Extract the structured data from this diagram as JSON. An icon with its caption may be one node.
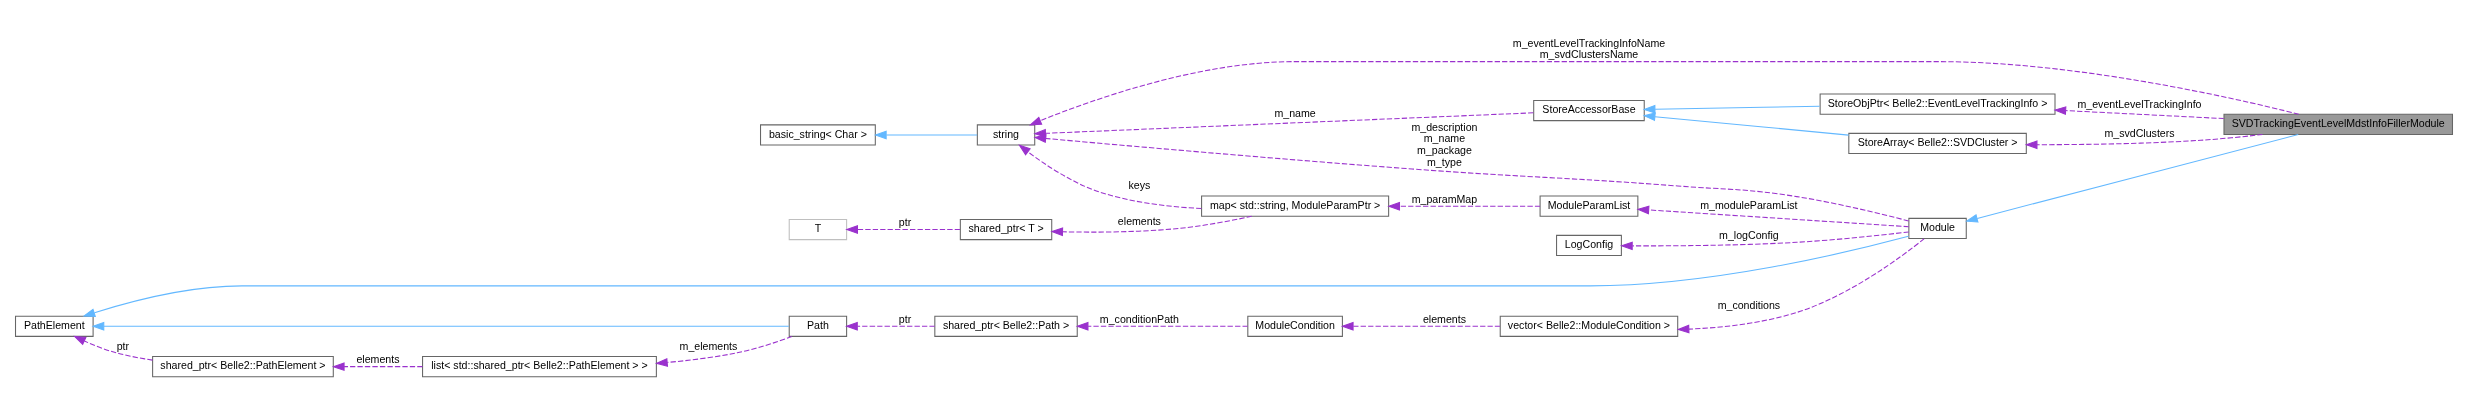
{
  "diagram": {
    "nodes": [
      {
        "text": [
          "SVDTrackingEventLevelMdstInfoFillerModule"
        ]
      },
      {
        "text": [
          "string"
        ]
      },
      {
        "text": [
          "basic_string< Char >"
        ]
      },
      {
        "text": [
          "StoreAccessorBase"
        ]
      },
      {
        "text": [
          "StoreObjPtr< Belle2::EventLevelTrackingInfo >"
        ]
      },
      {
        "text": [
          "StoreArray< Belle2::SVDCluster >"
        ]
      },
      {
        "text": [
          "Module"
        ]
      },
      {
        "text": [
          "map< std::string, ModuleParamPtr >"
        ]
      },
      {
        "text": [
          "shared_ptr< T >"
        ]
      },
      {
        "text": [
          "T"
        ]
      },
      {
        "text": [
          "ModuleParamList"
        ]
      },
      {
        "text": [
          "LogConfig"
        ]
      },
      {
        "text": [
          "PathElement"
        ]
      },
      {
        "text": [
          "shared_ptr< Belle2::PathElement >"
        ]
      },
      {
        "text": [
          "list< std::shared_ptr< Belle2::PathElement > >"
        ]
      },
      {
        "text": [
          "Path"
        ]
      },
      {
        "text": [
          "shared_ptr< Belle2::Path >"
        ]
      },
      {
        "text": [
          "ModuleCondition"
        ]
      },
      {
        "text": [
          "vector< Belle2::ModuleCondition >"
        ]
      }
    ],
    "edges": [
      {
        "from": 0,
        "to": 1,
        "arrow": "to",
        "label": "m_eventLevelTrackingInfoName m_svdClustersName",
        "style": "dashed"
      },
      {
        "from": 3,
        "to": 1,
        "arrow": "to",
        "label": "m_name",
        "style": "dashed"
      },
      {
        "from": 6,
        "to": 1,
        "arrow": "to",
        "label": "m_description m_name m_package m_type",
        "style": "dashed"
      },
      {
        "from": 7,
        "to": 1,
        "arrow": "to",
        "label": "keys",
        "style": "dashed"
      },
      {
        "from": 1,
        "to": 2,
        "arrow": "to",
        "color": "#63b8ff"
      },
      {
        "from": 4,
        "to": 3,
        "arrow": "to",
        "color": "#63b8ff"
      },
      {
        "from": 5,
        "to": 3,
        "arrow": "to",
        "color": "#63b8ff"
      },
      {
        "from": 0,
        "to": 4,
        "arrow": "to",
        "label": "m_eventLevelTrackingInfo",
        "style": "dashed"
      },
      {
        "from": 0,
        "to": 5,
        "arrow": "to",
        "label": "m_svdClusters",
        "style": "dashed"
      },
      {
        "from": 0,
        "to": 6,
        "arrow": "to",
        "color": "#63b8ff"
      },
      {
        "from": 10,
        "to": 7,
        "arrow": "to",
        "label": "m_paramMap",
        "style": "dashed"
      },
      {
        "from": 7,
        "to": 8,
        "arrow": "to",
        "label": "elements",
        "style": "dashed"
      },
      {
        "from": 8,
        "to": 9,
        "arrow": "to",
        "label": "ptr",
        "style": "dashed"
      },
      {
        "from": 6,
        "to": 10,
        "arrow": "to",
        "label": "m_moduleParamList",
        "style": "dashed"
      },
      {
        "from": 6,
        "to": 11,
        "arrow": "to",
        "label": "m_logConfig",
        "style": "dashed"
      },
      {
        "from": 6,
        "to": 18,
        "arrow": "to",
        "label": "m_conditions",
        "style": "dashed"
      },
      {
        "from": 6,
        "to": 12,
        "arrow": "to",
        "color": "#63b8ff"
      },
      {
        "from": 15,
        "to": 12,
        "arrow": "to",
        "color": "#63b8ff"
      },
      {
        "from": 13,
        "to": 12,
        "arrow": "to",
        "label": "ptr",
        "style": "dashed"
      },
      {
        "from": 14,
        "to": 13,
        "arrow": "to",
        "label": "elements",
        "style": "dashed"
      },
      {
        "from": 15,
        "to": 14,
        "arrow": "to",
        "label": "m_elements",
        "style": "dashed"
      },
      {
        "from": 16,
        "to": 15,
        "arrow": "to",
        "label": "ptr",
        "style": "dashed"
      },
      {
        "from": 17,
        "to": 16,
        "arrow": "to",
        "label": "m_conditionPath",
        "style": "dashed"
      },
      {
        "from": 18,
        "to": 17,
        "arrow": "to",
        "label": "elements",
        "style": "dashed"
      }
    ]
  }
}
